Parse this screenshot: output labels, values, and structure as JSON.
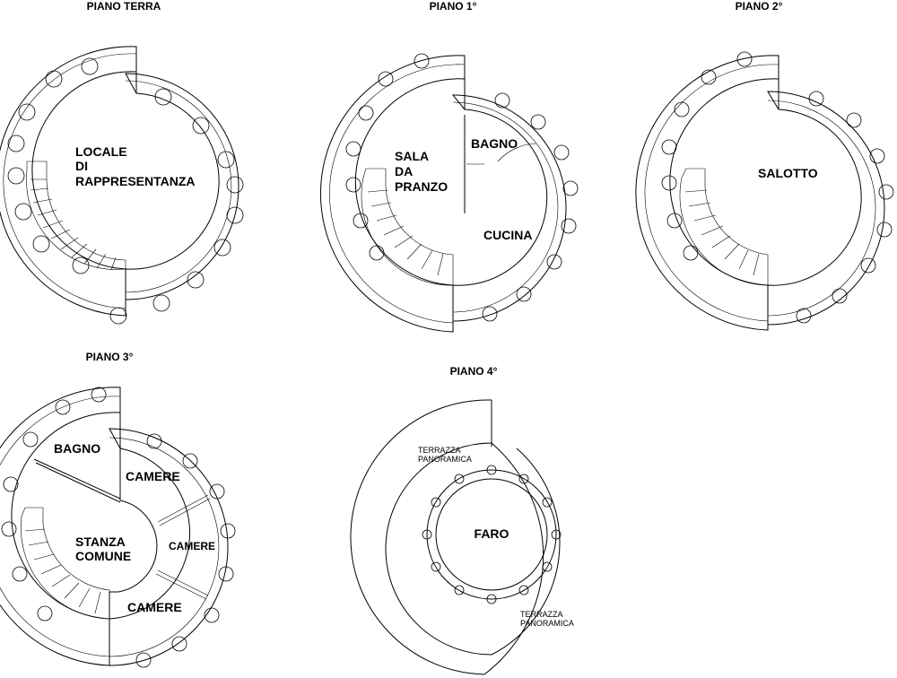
{
  "floors": [
    {
      "title": "PIANO TERRA",
      "rooms": [
        [
          "LOCALE",
          "DI",
          "RAPPRESENTANZA"
        ]
      ]
    },
    {
      "title": "PIANO 1°",
      "rooms": [
        [
          "SALA",
          "DA",
          "PRANZO"
        ],
        [
          "BAGNO"
        ],
        [
          "CUCINA"
        ]
      ]
    },
    {
      "title": "PIANO 2°",
      "rooms": [
        [
          "SALOTTO"
        ]
      ]
    },
    {
      "title": "PIANO 3°",
      "rooms": [
        [
          "BAGNO"
        ],
        [
          "CAMERE"
        ],
        [
          "CAMERE"
        ],
        [
          "CAMERE"
        ],
        [
          "STANZA",
          "COMUNE"
        ]
      ]
    },
    {
      "title": "PIANO 4°",
      "rooms": [
        [
          "TERRAZZA",
          "PANORAMICA"
        ],
        [
          "FARO"
        ],
        [
          "TERRAZZA",
          "PANORAMICA"
        ]
      ]
    }
  ]
}
